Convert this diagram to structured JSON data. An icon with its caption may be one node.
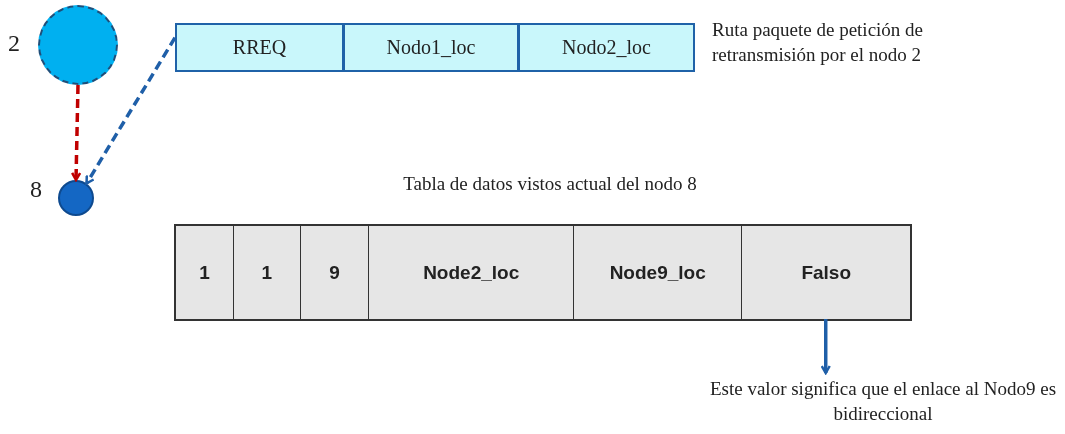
{
  "diagram": {
    "nodes": [
      {
        "text": [],
        "shape": "circle",
        "beside": [
          "2"
        ]
      },
      {
        "text": [],
        "shape": "circle",
        "beside": [
          "8"
        ]
      },
      {
        "text": [],
        "shape": "box",
        "beside": [
          "Ruta paquete de petición de retransmisión por el nodo 2"
        ]
      },
      {
        "text": [
          "RREQ"
        ],
        "in": 2
      },
      {
        "text": [
          "Nodo1_loc"
        ],
        "in": 2
      },
      {
        "text": [
          "Nodo2_loc"
        ],
        "in": 2
      },
      {
        "text": [],
        "shape": "box",
        "beside": [
          "Tabla de datos vistos actual del nodo 8"
        ]
      },
      {
        "text": [
          "1"
        ],
        "in": 6
      },
      {
        "text": [
          "1"
        ],
        "in": 6
      },
      {
        "text": [
          "9"
        ],
        "in": 6
      },
      {
        "text": [
          "Node2_loc"
        ],
        "in": 6
      },
      {
        "text": [
          "Node9_loc"
        ],
        "in": 6
      },
      {
        "text": [
          "Falso"
        ],
        "in": 6
      },
      {
        "text": [
          "Este valor significa que el enlace al Nodo9 es bidireccional"
        ]
      }
    ],
    "edges": [
      {
        "from": 0,
        "to": 1,
        "arrow": "to",
        "style": "dashed",
        "color": "#c00000"
      },
      {
        "from": 2,
        "to": 1,
        "arrow": "to",
        "style": "dashed"
      },
      {
        "from": 12,
        "to": 13,
        "arrow": "to"
      }
    ]
  }
}
